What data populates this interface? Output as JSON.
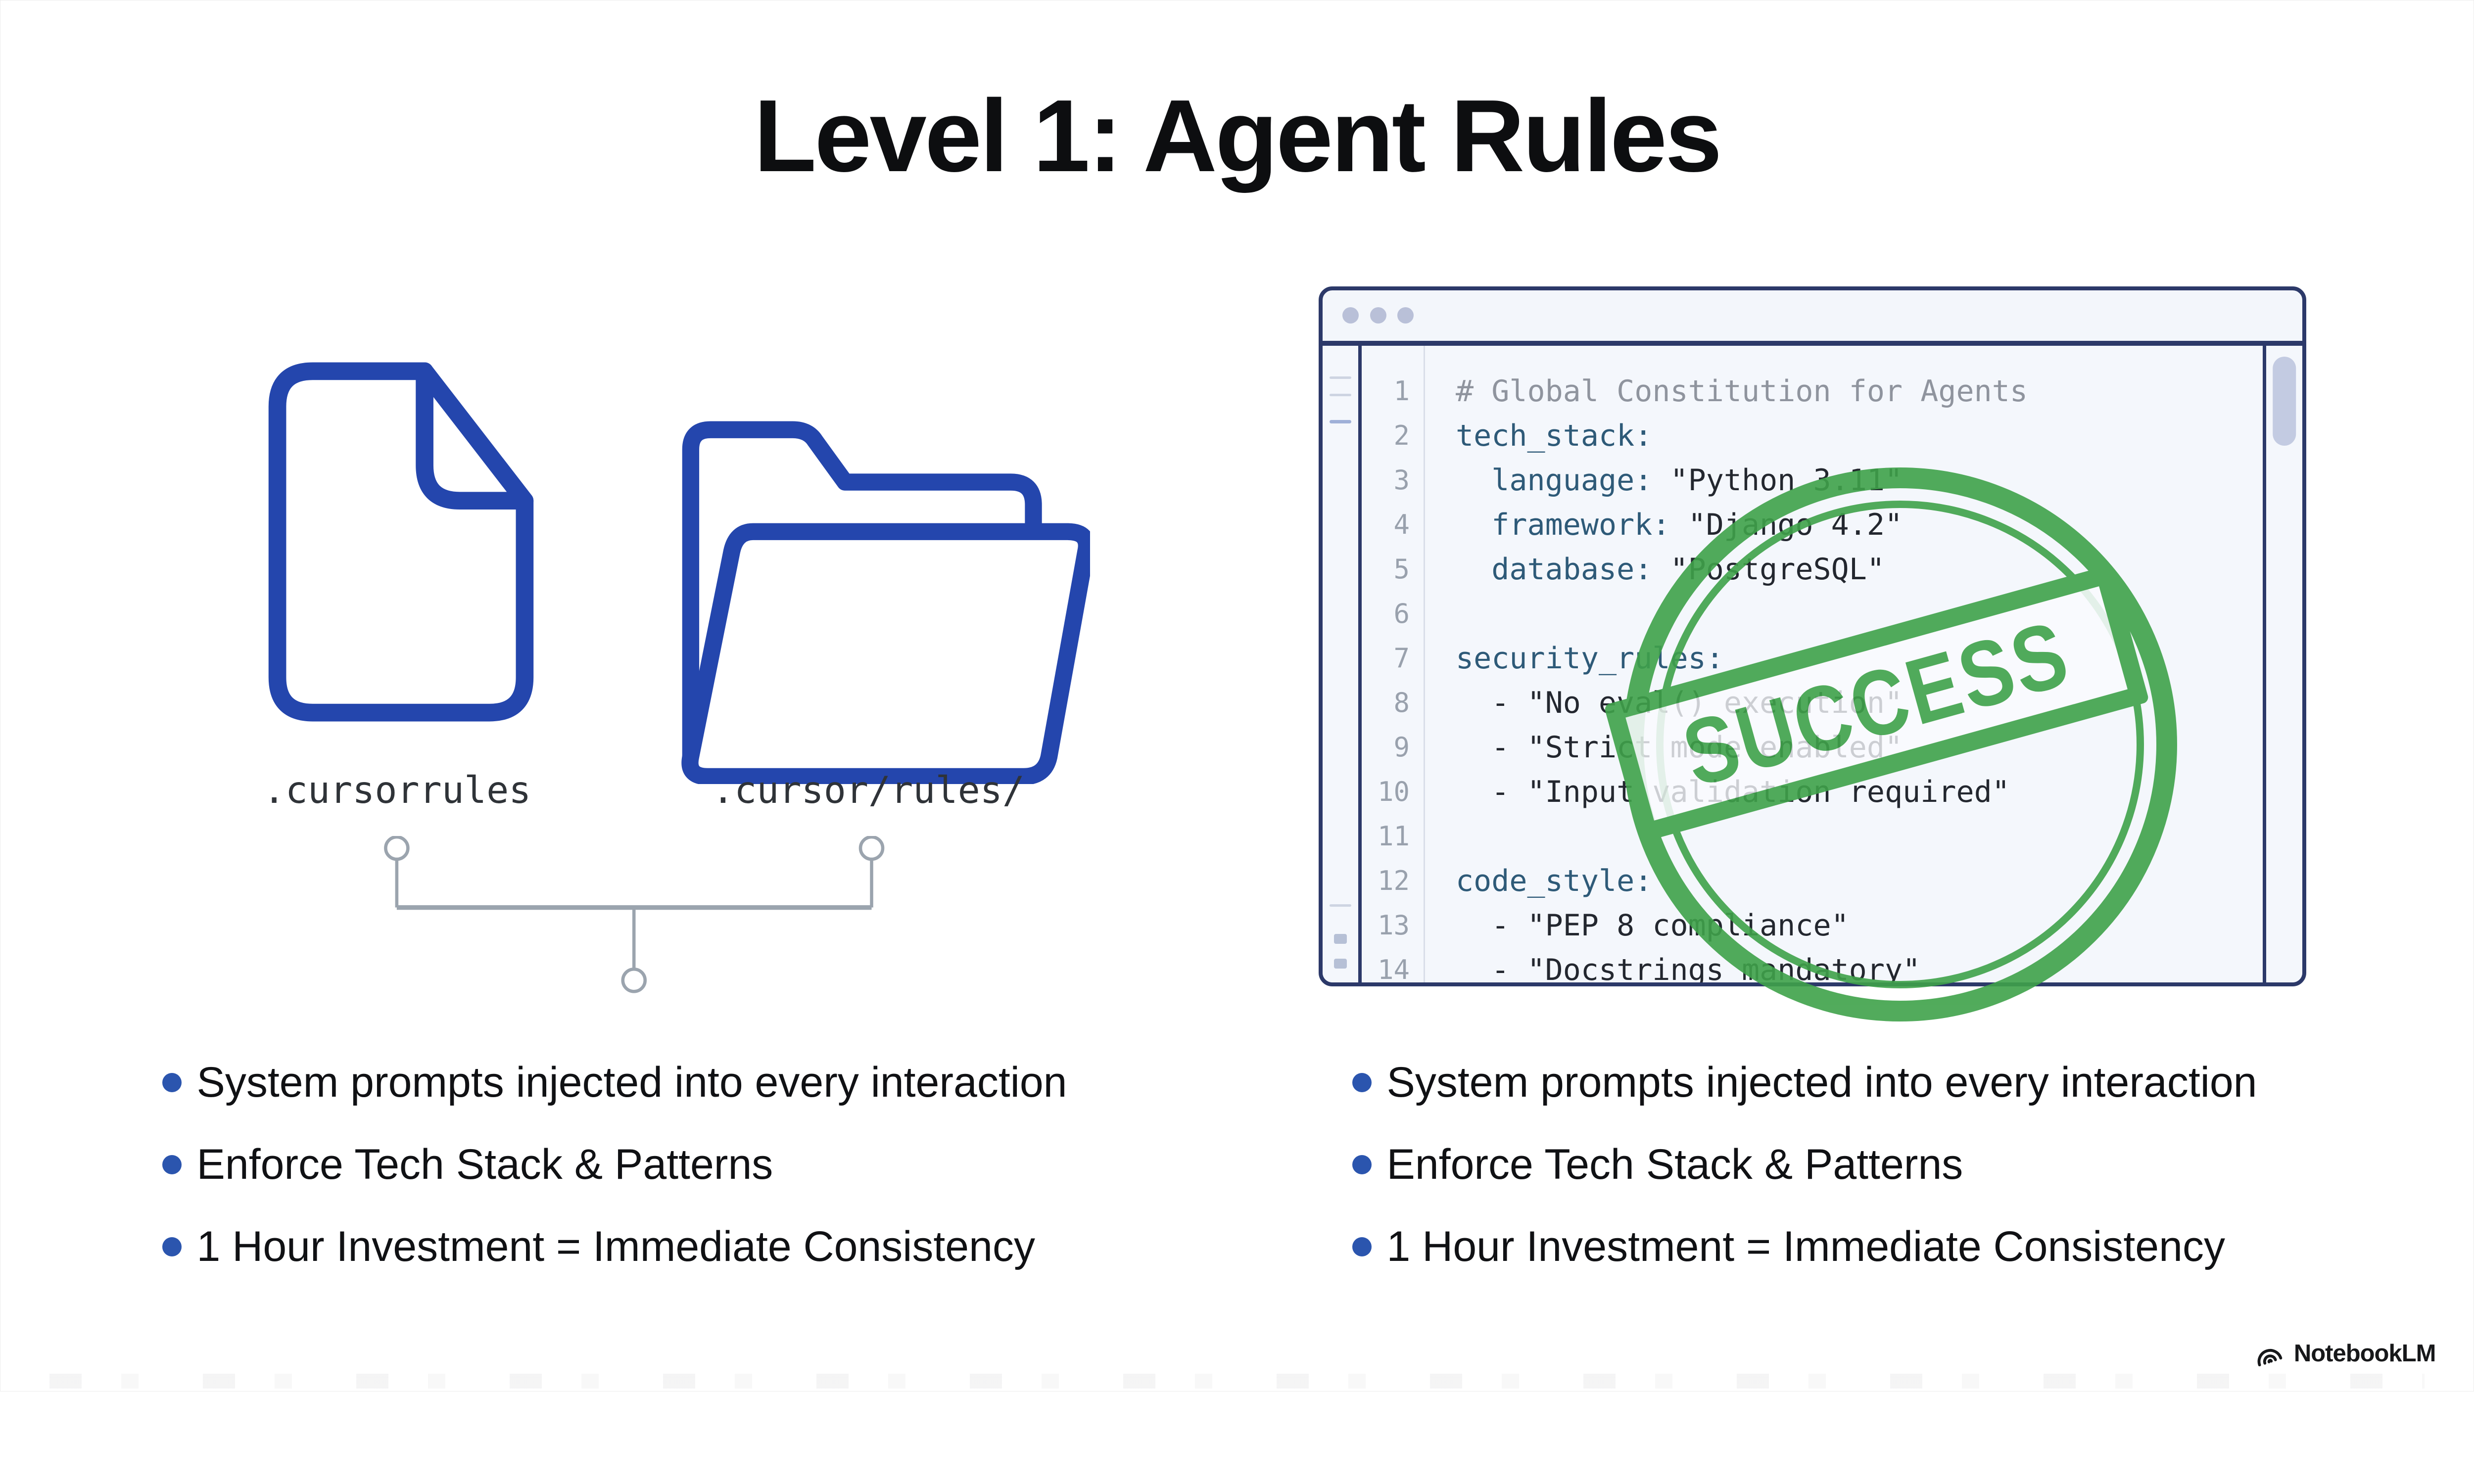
{
  "slide": {
    "title": "Level 1: Agent Rules"
  },
  "artifacts": {
    "file_label": ".cursorrules",
    "folder_label": ".cursor/rules/"
  },
  "editor": {
    "window_dots": 3,
    "lines": [
      {
        "n": "1",
        "parts": [
          {
            "t": "# Global Constitution for Agents",
            "c": "cm"
          }
        ]
      },
      {
        "n": "2",
        "parts": [
          {
            "t": "tech_stack:",
            "c": "k"
          }
        ]
      },
      {
        "n": "3",
        "parts": [
          {
            "t": "  ",
            "c": "p"
          },
          {
            "t": "language:",
            "c": "k"
          },
          {
            "t": " \"Python 3.11\"",
            "c": "p"
          }
        ]
      },
      {
        "n": "4",
        "parts": [
          {
            "t": "  ",
            "c": "p"
          },
          {
            "t": "framework:",
            "c": "k"
          },
          {
            "t": " \"Django 4.2\"",
            "c": "p"
          }
        ]
      },
      {
        "n": "5",
        "parts": [
          {
            "t": "  ",
            "c": "p"
          },
          {
            "t": "database:",
            "c": "k"
          },
          {
            "t": " \"PostgreSQL\"",
            "c": "p"
          }
        ]
      },
      {
        "n": "6",
        "parts": []
      },
      {
        "n": "7",
        "parts": [
          {
            "t": "security_rules:",
            "c": "k"
          }
        ]
      },
      {
        "n": "8",
        "parts": [
          {
            "t": "  - \"No eval() execution\"",
            "c": "p"
          }
        ]
      },
      {
        "n": "9",
        "parts": [
          {
            "t": "  - \"Strict mode enabled\"",
            "c": "p"
          }
        ]
      },
      {
        "n": "10",
        "parts": [
          {
            "t": "  - \"Input validation required\"",
            "c": "p"
          }
        ]
      },
      {
        "n": "11",
        "parts": []
      },
      {
        "n": "12",
        "parts": [
          {
            "t": "code_style:",
            "c": "k"
          }
        ]
      },
      {
        "n": "13",
        "parts": [
          {
            "t": "  - \"PEP 8 compliance\"",
            "c": "p"
          }
        ]
      },
      {
        "n": "14",
        "parts": [
          {
            "t": "  - \"Docstrings mandatory\"",
            "c": "p"
          }
        ]
      }
    ]
  },
  "stamp": {
    "text": "SUCCESS",
    "color": "#3fa24a"
  },
  "bullets_left": [
    "System prompts injected into every interaction",
    "Enforce Tech Stack & Patterns",
    "1 Hour Investment = Immediate Consistency"
  ],
  "bullets_right": [
    "System prompts injected into every interaction",
    "Enforce Tech Stack & Patterns",
    "1 Hour Investment = Immediate Consistency"
  ],
  "footer": {
    "brand": "NotebookLM"
  },
  "colors": {
    "accent_blue": "#2446ad",
    "bullet_blue": "#2b55ae",
    "stamp_green": "#3fa24a",
    "window_navy": "#2c3969",
    "code_key": "#2e5a78",
    "code_comment": "#8f949e",
    "code_text": "#23272f",
    "titlebar_dot": "#b9c0d8"
  }
}
